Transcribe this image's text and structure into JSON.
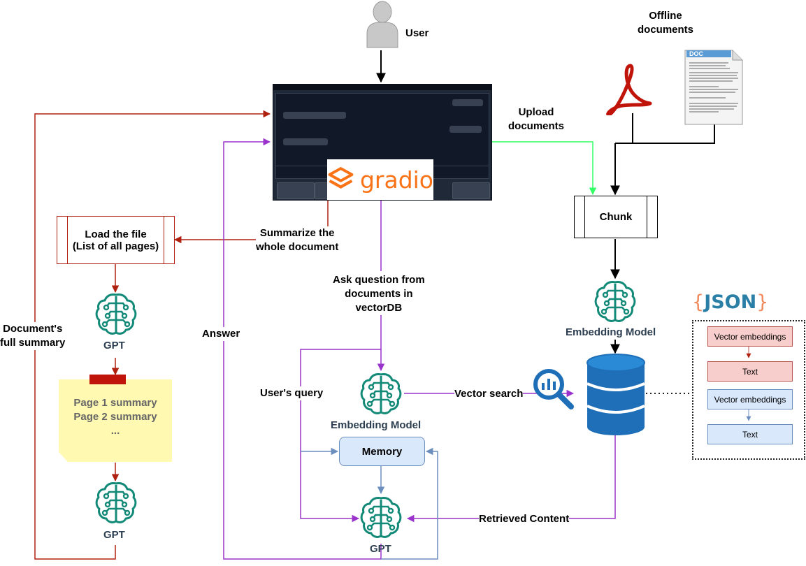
{
  "user": {
    "label": "User"
  },
  "offline": {
    "label_line1": "Offline",
    "label_line2": "documents"
  },
  "doc_badge": "DOC",
  "gradio": {
    "brand": "gradio"
  },
  "upload": {
    "label_line1": "Upload",
    "label_line2": "documents"
  },
  "chunk": {
    "label": "Chunk"
  },
  "embed_top": {
    "label": "Embedding Model"
  },
  "embed_mid": {
    "label": "Embedding Model"
  },
  "load_file": {
    "line1": "Load the file",
    "line2": "(List of all pages)"
  },
  "summarize": {
    "line1": "Summarize the",
    "line2": "whole document"
  },
  "gpt_top": {
    "label": "GPT"
  },
  "gpt_bottom_left": {
    "label": "GPT"
  },
  "gpt_center": {
    "label": "GPT"
  },
  "note": {
    "line1": "Page 1 summary",
    "line2": "Page 2 summary",
    "line3": "..."
  },
  "doc_summary": {
    "line1": "Document's",
    "line2": "full summary"
  },
  "answer": {
    "label": "Answer"
  },
  "ask": {
    "line1": "Ask question from",
    "line2": "documents in",
    "line3": "vectorDB"
  },
  "users_query": {
    "label": "User's query"
  },
  "vector_search": {
    "label": "Vector search"
  },
  "memory": {
    "label": "Memory"
  },
  "retrieved": {
    "label": "Retrieved Content"
  },
  "json": {
    "open": "{",
    "word": "JSON",
    "close": "}",
    "rows": [
      "Vector embeddings",
      "Text",
      "Vector embeddings",
      "Text"
    ]
  },
  "colors": {
    "red": "#b0200f",
    "purple": "#9933cc",
    "green": "#33ff66",
    "teal": "#138a78",
    "blue_stroke": "#6c8ebf",
    "db_blue": "#1e6fb8"
  }
}
